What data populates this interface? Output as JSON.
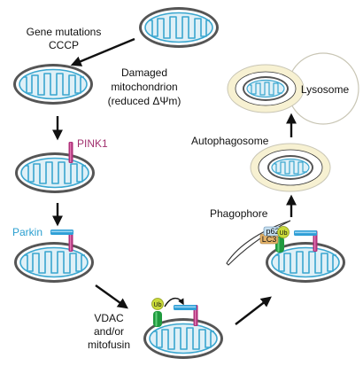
{
  "labels": {
    "trigger_line1": "Gene mutations",
    "trigger_line2": "CCCP",
    "damaged_line1": "Damaged",
    "damaged_line2": "mitochondrion",
    "damaged_line3": "(reduced ΔΨm)",
    "pink1": "PINK1",
    "parkin": "Parkin",
    "vdac_line1": "VDAC",
    "vdac_line2": "and/or",
    "vdac_line3": "mitofusin",
    "ub": "Ub",
    "p62": "p62",
    "lc3": "LC3",
    "phagophore": "Phagophore",
    "autophagosome": "Autophagosome",
    "lysosome": "Lysosome"
  },
  "colors": {
    "mito_fill": "#dff0f7",
    "mito_crista": "#3aa6cf",
    "pink1": "#b0307a",
    "parkin": "#2f9fd6",
    "parkin_label": "#2a9fd0",
    "pink1_label": "#a1306e",
    "vdac": "#1f9a3e",
    "ub": "#c9d93a",
    "p62": "#c5dff0",
    "lc3": "#e3b268",
    "lysosome_fill": "#f7f1d2"
  }
}
